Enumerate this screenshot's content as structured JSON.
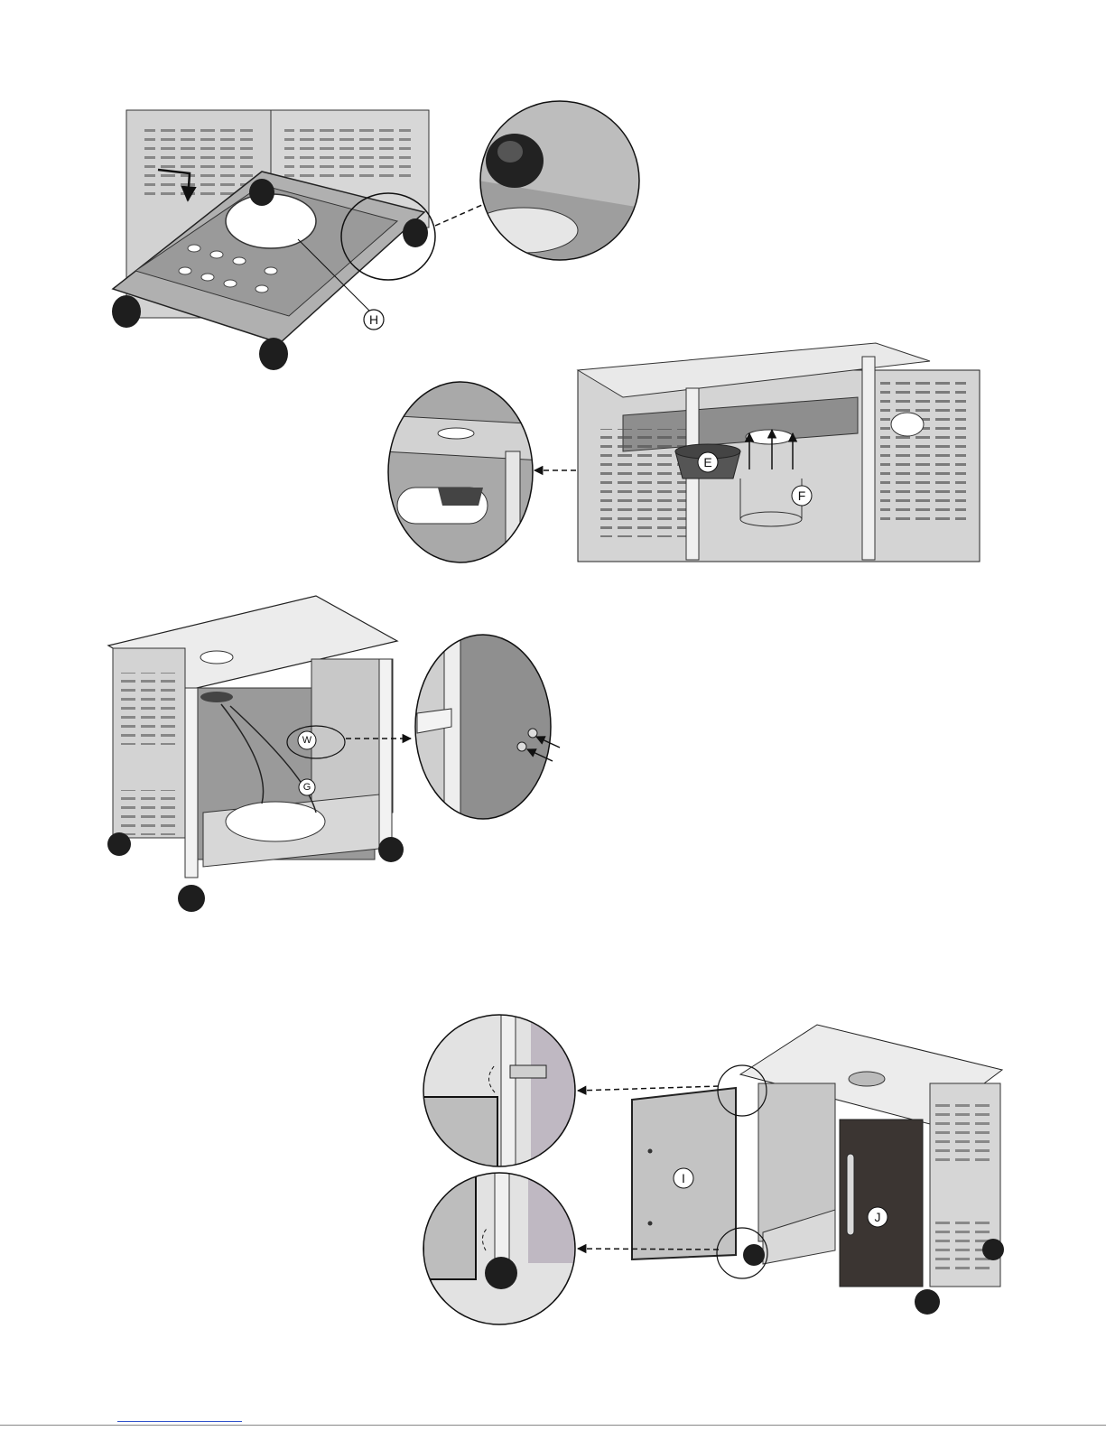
{
  "labels": {
    "H": "H",
    "E": "E",
    "F": "F",
    "W": "W",
    "G": "G",
    "I": "I",
    "J": "J"
  },
  "colors": {
    "panel": "#c9c9c9",
    "panel_dark": "#8a8a8a",
    "steel": "#e8e8e8",
    "outline": "#333333",
    "door_dark": "#3b3532",
    "wheel": "#1e1e1e"
  }
}
